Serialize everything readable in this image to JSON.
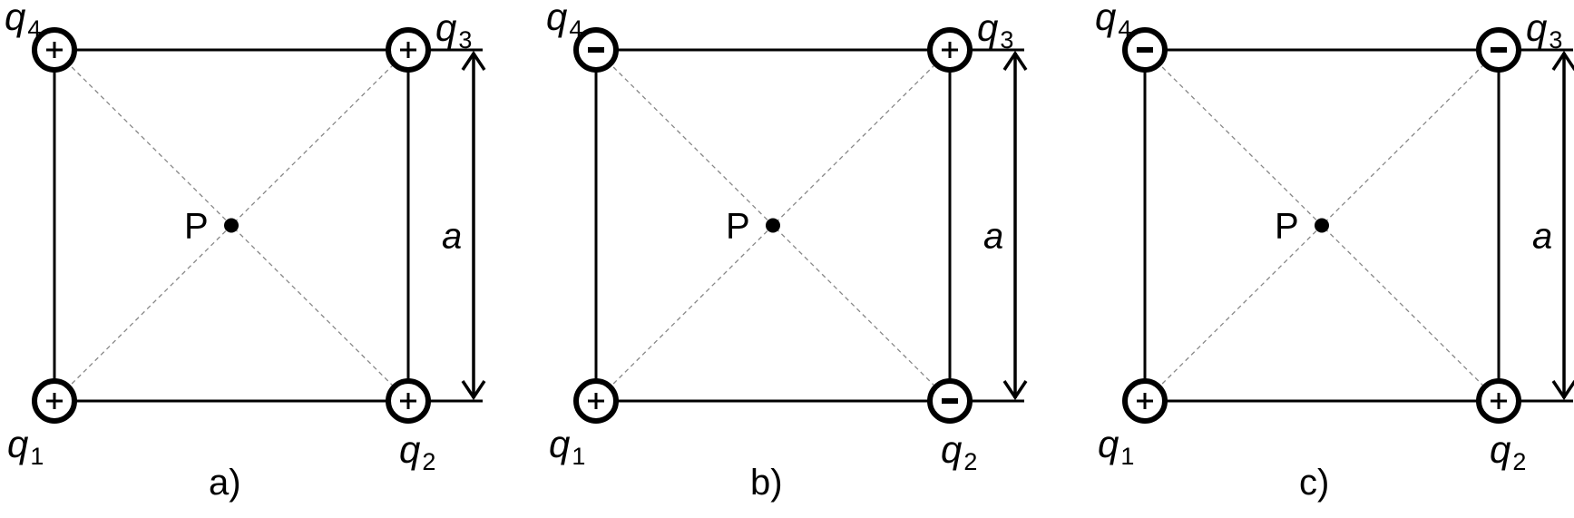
{
  "point_label": "P",
  "side_label": "a",
  "panels": [
    {
      "caption": "a)",
      "charges": {
        "q1": "+",
        "q2": "+",
        "q3": "+",
        "q4": "+"
      }
    },
    {
      "caption": "b)",
      "charges": {
        "q1": "+",
        "q2": "-",
        "q3": "+",
        "q4": "-"
      }
    },
    {
      "caption": "c)",
      "charges": {
        "q1": "+",
        "q2": "+",
        "q3": "-",
        "q4": "-"
      }
    }
  ],
  "charge_labels": {
    "q1": {
      "symbol": "q",
      "subscript": "1"
    },
    "q2": {
      "symbol": "q",
      "subscript": "2"
    },
    "q3": {
      "symbol": "q",
      "subscript": "3"
    },
    "q4": {
      "symbol": "q",
      "subscript": "4"
    }
  },
  "colors": {
    "ink": "#000000",
    "diagonal": "#888888"
  }
}
